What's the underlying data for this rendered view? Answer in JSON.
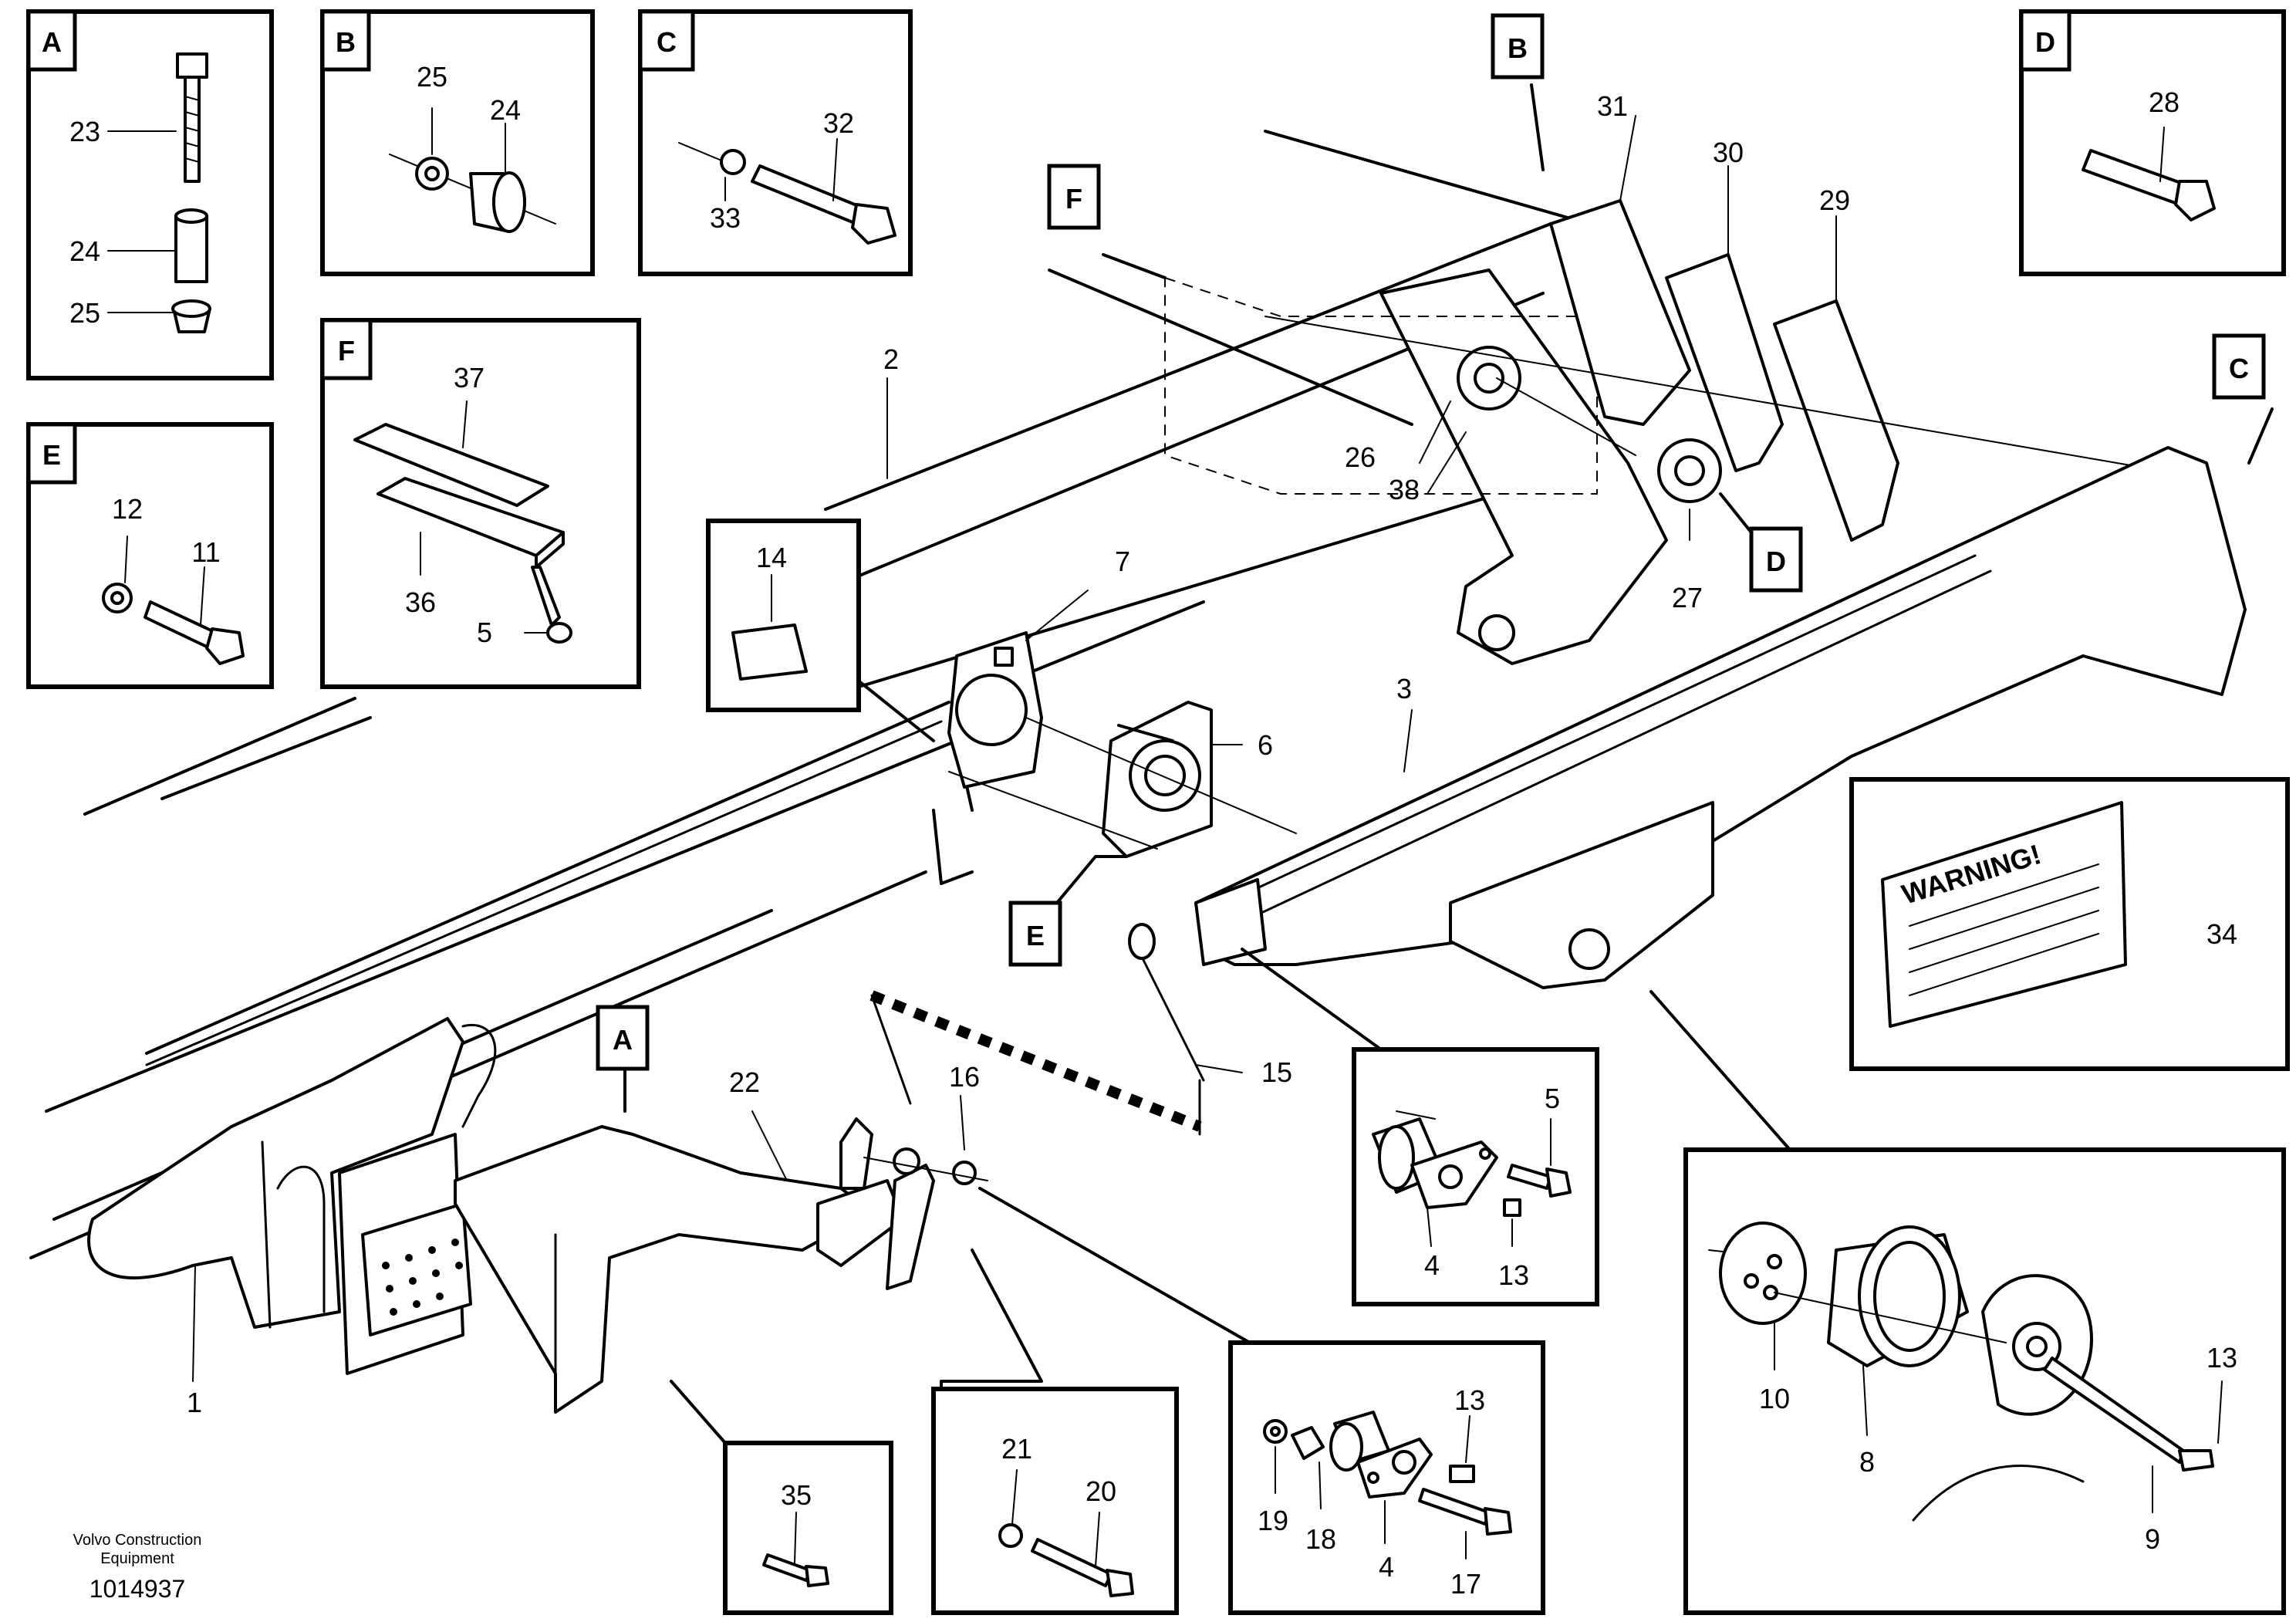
{
  "inset_letters": {
    "a": "A",
    "b": "B",
    "c": "C",
    "d": "D",
    "e": "E",
    "f": "F"
  },
  "callout_letters": {
    "a": "A",
    "b": "B",
    "c": "C",
    "d": "D",
    "e": "E",
    "f": "F"
  },
  "parts": {
    "p1": "1",
    "p2": "2",
    "p3": "3",
    "p4a": "4",
    "p4b": "4",
    "p5a": "5",
    "p5b": "5",
    "p6": "6",
    "p7": "7",
    "p8": "8",
    "p9": "9",
    "p10": "10",
    "p11": "11",
    "p12": "12",
    "p13a": "13",
    "p13b": "13",
    "p13c": "13",
    "p14": "14",
    "p15": "15",
    "p16": "16",
    "p17": "17",
    "p18": "18",
    "p19": "19",
    "p20": "20",
    "p21": "21",
    "p22": "22",
    "p23": "23",
    "p24a": "24",
    "p24b": "24",
    "p25a": "25",
    "p25b": "25",
    "p26": "26",
    "p27": "27",
    "p28": "28",
    "p29": "29",
    "p30": "30",
    "p31": "31",
    "p32": "32",
    "p33": "33",
    "p34": "34",
    "p35": "35",
    "p36": "36",
    "p37": "37",
    "p38": "38"
  },
  "decal_text": "WARNING!",
  "footer": {
    "brand_line1": "Volvo Construction",
    "brand_line2": "Equipment",
    "drawing_number": "1014937"
  }
}
